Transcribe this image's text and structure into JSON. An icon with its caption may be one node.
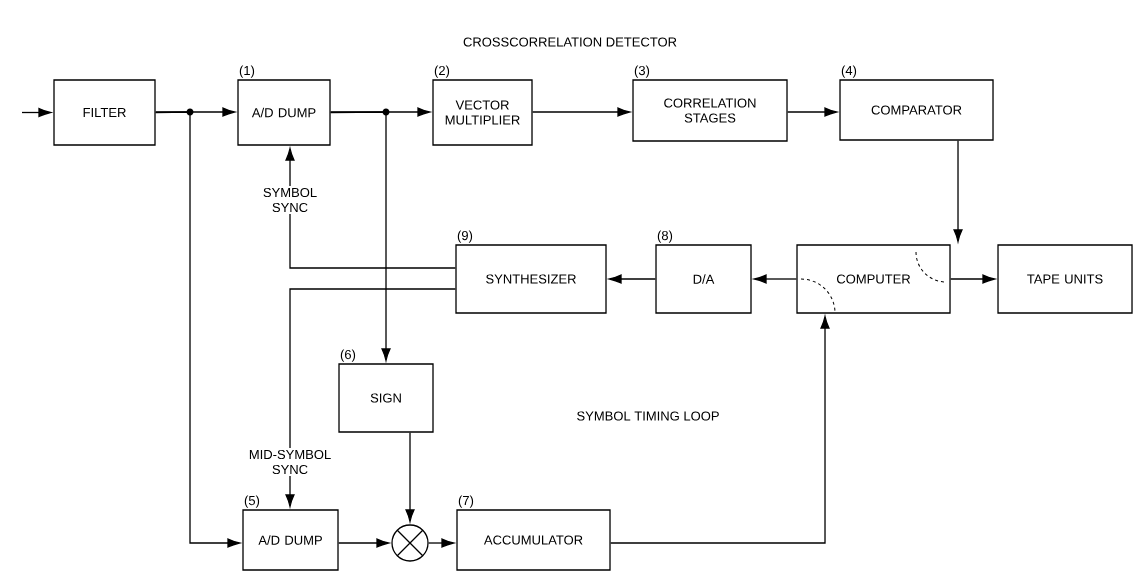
{
  "diagram": {
    "title": "CROSSCORRELATION DETECTOR",
    "nodes": [
      {
        "text": [
          "FILTER"
        ]
      },
      {
        "text": [
          "A/D DUMP"
        ],
        "beside": [
          "(1)"
        ]
      },
      {
        "text": [
          "VECTOR MULTIPLIER"
        ],
        "beside": [
          "(2)"
        ]
      },
      {
        "text": [
          "CORRELATION STAGES"
        ],
        "beside": [
          "(3)"
        ]
      },
      {
        "text": [
          "COMPARATOR"
        ],
        "beside": [
          "(4)"
        ]
      },
      {
        "text": [
          "COMPUTER"
        ]
      },
      {
        "text": [
          "TAPE UNITS"
        ]
      },
      {
        "text": [
          "D/A"
        ],
        "beside": [
          "(8)"
        ]
      },
      {
        "text": [
          "SYNTHESIZER"
        ],
        "beside": [
          "(9)"
        ]
      },
      {
        "text": [
          "SIGN"
        ],
        "beside": [
          "(6)"
        ]
      },
      {
        "text": [],
        "shape": "circle"
      },
      {
        "text": [
          "A/D DUMP"
        ],
        "beside": [
          "(5)"
        ]
      },
      {
        "text": [
          "ACCUMULATOR"
        ],
        "beside": [
          "(7)"
        ]
      }
    ],
    "edges": [
      {
        "from": null,
        "to": 0,
        "arrow": "to"
      },
      {
        "from": 0,
        "to": 1,
        "arrow": "to"
      },
      {
        "from": 0,
        "to": 11,
        "arrow": "to"
      },
      {
        "from": 1,
        "to": 2,
        "arrow": "to"
      },
      {
        "from": 1,
        "to": 9,
        "arrow": "to"
      },
      {
        "from": 2,
        "to": 3,
        "arrow": "to"
      },
      {
        "from": 3,
        "to": 4,
        "arrow": "to"
      },
      {
        "from": 4,
        "to": 5,
        "arrow": "to"
      },
      {
        "from": 5,
        "to": 6,
        "arrow": "to"
      },
      {
        "from": 5,
        "to": 7,
        "arrow": "to"
      },
      {
        "from": 7,
        "to": 8,
        "arrow": "to"
      },
      {
        "from": 8,
        "to": 1,
        "arrow": "to",
        "label": "SYMBOL SYNC"
      },
      {
        "from": 8,
        "to": 11,
        "arrow": "to",
        "label": "MID-SYMBOL SYNC"
      },
      {
        "from": 9,
        "to": 10,
        "arrow": "to"
      },
      {
        "from": 11,
        "to": 10,
        "arrow": "to"
      },
      {
        "from": 10,
        "to": 12,
        "arrow": "to"
      },
      {
        "from": 12,
        "to": 5,
        "arrow": "to"
      }
    ],
    "labels": [
      "SYMBOL TIMING LOOP"
    ]
  }
}
